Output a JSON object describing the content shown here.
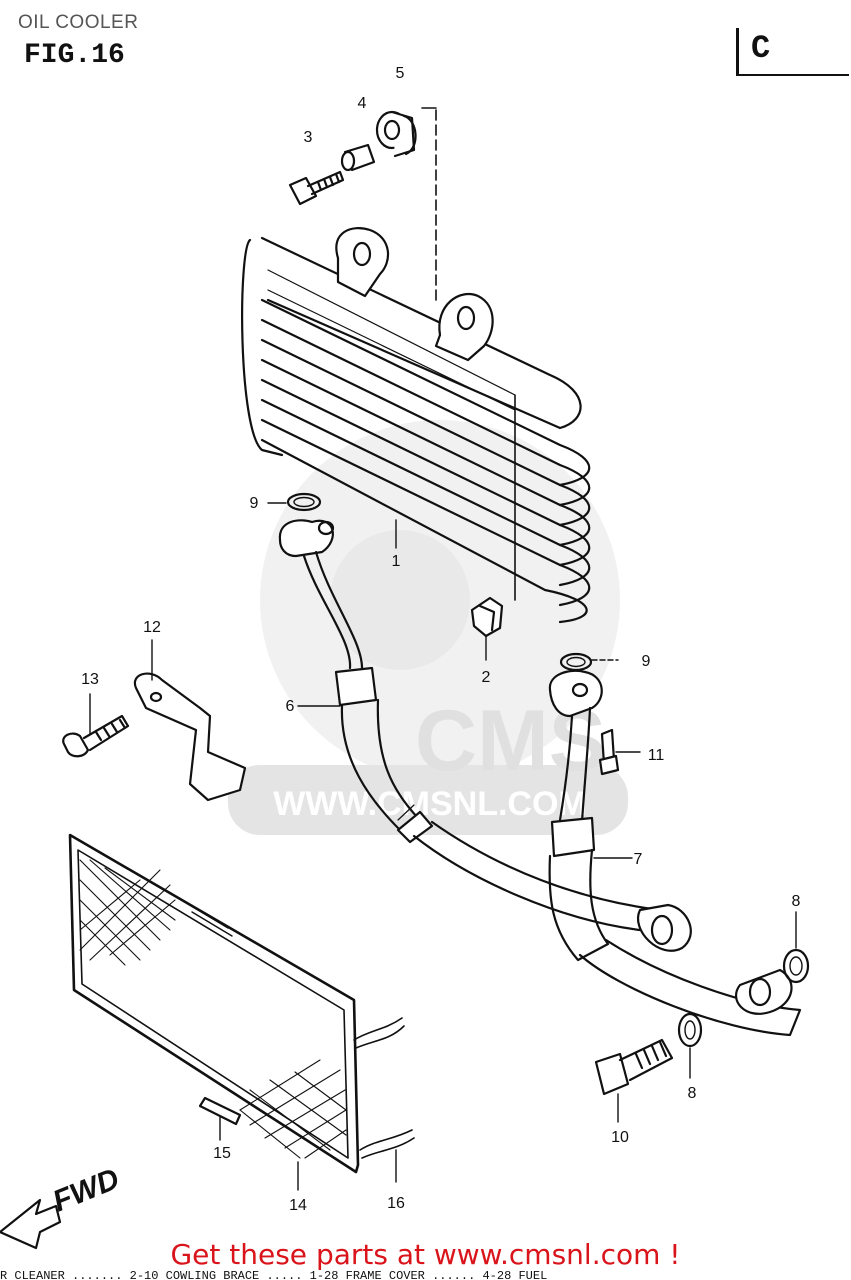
{
  "header": {
    "title": "OIL COOLER",
    "figure": "FIG.16",
    "code": "C"
  },
  "watermark": {
    "brand": "CMS",
    "url": "WWW.CMSNL.COM"
  },
  "fwd_label": "FWD",
  "callouts": [
    "1",
    "2",
    "3",
    "4",
    "5",
    "6",
    "7",
    "8",
    "8",
    "9",
    "9",
    "10",
    "11",
    "12",
    "13",
    "14",
    "15",
    "16"
  ],
  "cta_text": "Get these parts at www.cmsnl.com !",
  "footer_text": "R CLEANER  ....... 2-10   COWLING BRACE ..... 1-28  FRAME COVER ...... 4-28  FUEL",
  "colors": {
    "line": "#111111",
    "cta": "#d9141b",
    "watermark": "#e6e6e6"
  }
}
